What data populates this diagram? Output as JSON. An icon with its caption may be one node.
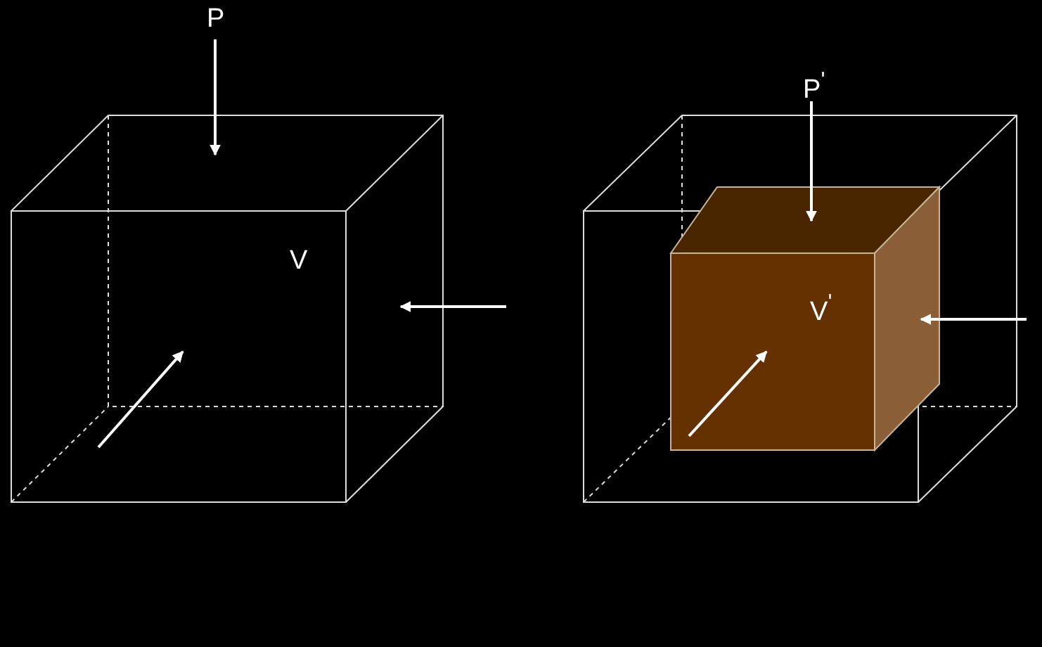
{
  "diagram": {
    "labels": [
      "P",
      "V",
      "P$^{'}$",
      "V$^{'}$"
    ]
  }
}
